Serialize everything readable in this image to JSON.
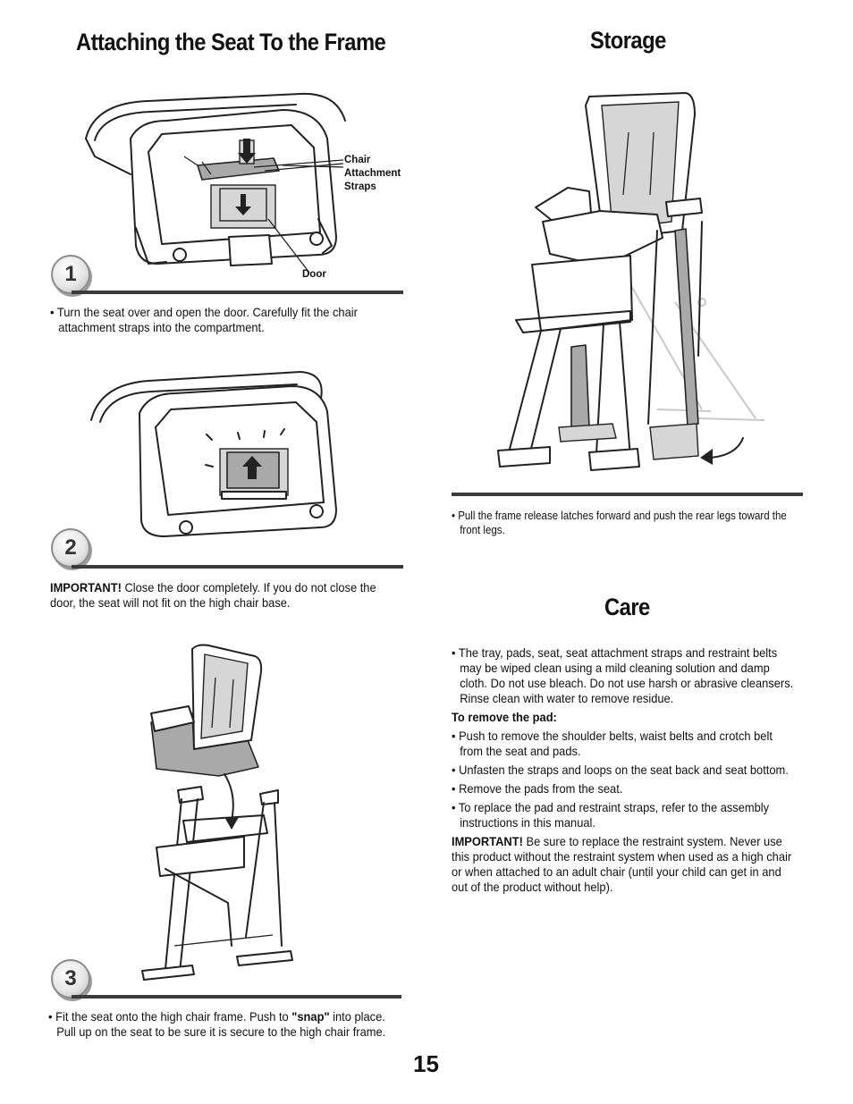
{
  "left_section": {
    "title": "Attaching the Seat To the Frame",
    "step1": {
      "number": "1",
      "callout_straps": [
        "Chair",
        "Attachment",
        "Straps"
      ],
      "callout_door": "Door",
      "text": "Turn the seat over and open the door. Carefully fit the chair attachment straps into the compartment."
    },
    "step2": {
      "number": "2",
      "important_label": "IMPORTANT!",
      "text": "Close the door completely. If you do not close the door, the seat will not fit on the high chair base."
    },
    "step3": {
      "number": "3",
      "text_before": "Fit the seat onto the high chair frame. Push to ",
      "text_bold": "\"snap\"",
      "text_after": " into place. Pull up on the seat to be sure it is secure to the high chair frame."
    }
  },
  "storage": {
    "title": "Storage",
    "text": "Pull the frame release latches forward and push the rear legs toward the front legs."
  },
  "care": {
    "title": "Care",
    "intro": "The tray, pads, seat, seat attachment straps and restraint belts may be wiped clean using a mild cleaning solution and damp cloth. Do not use bleach. Do not use harsh or abrasive cleansers. Rinse clean with water to remove residue.",
    "subheading": "To remove the pad:",
    "bullets": [
      "Push to remove the shoulder belts, waist belts and crotch belt from the seat and pads.",
      "Unfasten the straps and loops on the seat back and seat bottom.",
      "Remove the pads from the seat.",
      "To replace the pad and restraint straps, refer to the assembly instructions in this manual."
    ],
    "important_label": "IMPORTANT!",
    "important_text": "Be sure to replace the restraint system. Never use this product without the restraint system when used as a high chair or when attached to an adult chair (until your child can get in and out of the product without help)."
  },
  "page_number": "15"
}
